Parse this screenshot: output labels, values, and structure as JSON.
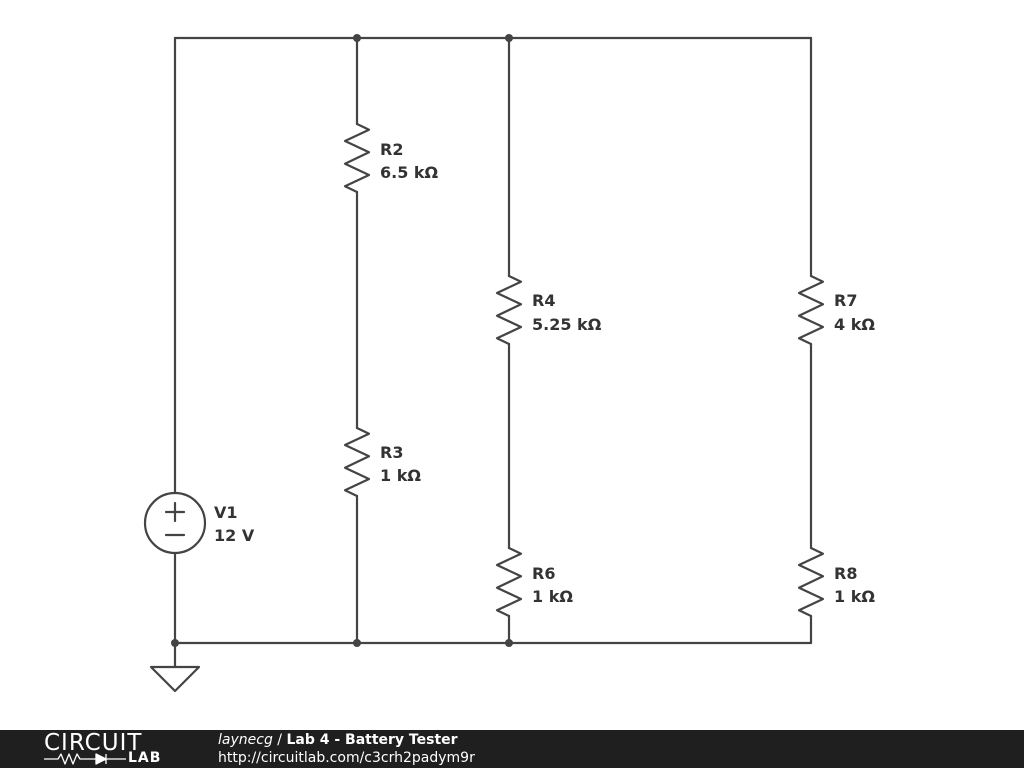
{
  "schematic": {
    "components": [
      {
        "id": "R2",
        "value": "6.5 kΩ"
      },
      {
        "id": "R3",
        "value": "1 kΩ"
      },
      {
        "id": "R4",
        "value": "5.25 kΩ"
      },
      {
        "id": "R6",
        "value": "1 kΩ"
      },
      {
        "id": "R7",
        "value": "4 kΩ"
      },
      {
        "id": "R8",
        "value": "1 kΩ"
      },
      {
        "id": "V1",
        "value": "12 V"
      }
    ],
    "wire_color": "#444444"
  },
  "footer": {
    "logo_top": "CIRCUIT",
    "logo_bottom": "LAB",
    "author": "laynecg",
    "separator": " / ",
    "title": "Lab 4 - Battery Tester",
    "url": "http://circuitlab.com/c3crh2padym9r",
    "background": "#1f1f1f"
  }
}
